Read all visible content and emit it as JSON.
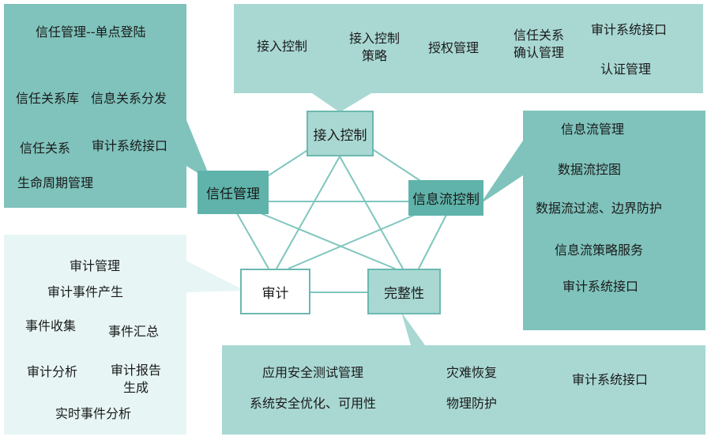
{
  "colors": {
    "panel_dark": "#7fc3bc",
    "panel_light": "#a9d8d3",
    "panel_pale": "#e7f6f5",
    "node_dark": "#5fb3aa",
    "node_medium": "#a9d8d3",
    "node_white": "#ffffff",
    "node_border": "#6bb8b0",
    "edge": "#7fc6be"
  },
  "nodes": {
    "access": "接入控制",
    "trust": "信任管理",
    "flow": "信息流控制",
    "audit": "审计",
    "integrity": "完整性"
  },
  "panels": {
    "trust": {
      "title": "信任管理--单点登陆",
      "item1": "信任关系库",
      "item2": "信息关系分发",
      "item3": "信任关系",
      "item4": "审计系统接口",
      "item5": "生命周期管理"
    },
    "access": {
      "item1": "接入控制",
      "item2_line1": "接入控制",
      "item2_line2": "策略",
      "item3": "授权管理",
      "item4_line1": "信任关系",
      "item4_line2": "确认管理",
      "item5": "审计系统接口",
      "item6": "认证管理"
    },
    "flow": {
      "item1": "信息流管理",
      "item2": "数据流控图",
      "item3": "数据流过滤、边界防护",
      "item4": "信息流策略服务",
      "item5": "审计系统接口"
    },
    "audit": {
      "item1": "审计管理",
      "item2": "审计事件产生",
      "item3": "事件收集",
      "item4": "事件汇总",
      "item5": "审计分析",
      "item6_line1": "审计报告",
      "item6_line2": "生成",
      "item7": "实时事件分析"
    },
    "integrity": {
      "item1": "应用安全测试管理",
      "item2": "系统安全优化、可用性",
      "item3": "灾难恢复",
      "item4": "物理防护",
      "item5": "审计系统接口"
    }
  }
}
